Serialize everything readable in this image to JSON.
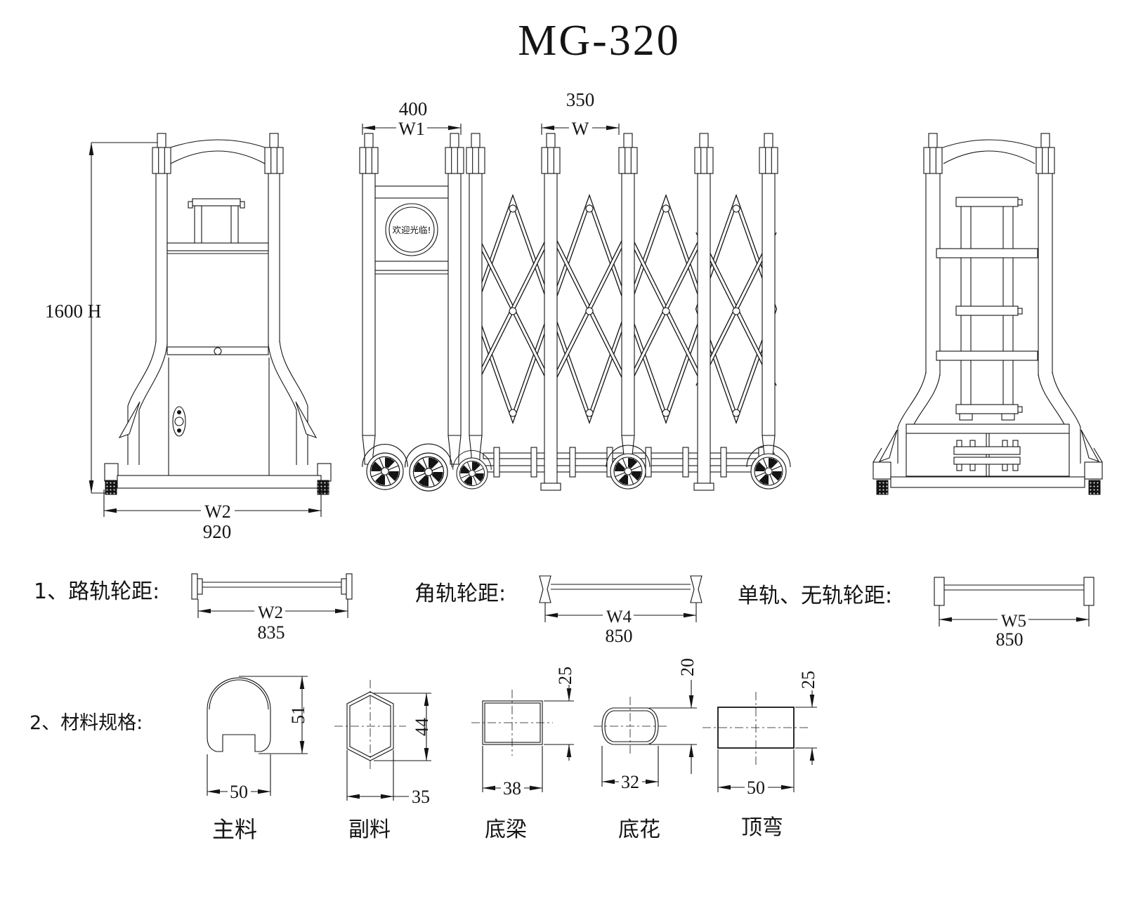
{
  "title": "MG-320",
  "views": {
    "left": {
      "height_value": "1600 H",
      "width_label": "W2",
      "width_value": "920"
    },
    "front": {
      "w1_value": "400",
      "w1_label": "W1",
      "w_value": "350",
      "w_label": "W",
      "sign_text": "欢迎光临!"
    }
  },
  "axles": {
    "item1": {
      "label": "1、路轨轮距:",
      "dim": "W2",
      "value": "835"
    },
    "item2": {
      "label": "角轨轮距:",
      "dim": "W4",
      "value": "850"
    },
    "item3": {
      "label": "单轨、无轨轮距:",
      "dim": "W5",
      "value": "850"
    }
  },
  "materials": {
    "label": "2、材料规格:",
    "items": [
      {
        "name": "主料",
        "w": "50",
        "h": "51"
      },
      {
        "name": "副料",
        "w": "35",
        "h": "44"
      },
      {
        "name": "底梁",
        "w": "38",
        "h": "25"
      },
      {
        "name": "底花",
        "w": "32",
        "h": "20"
      },
      {
        "name": "顶弯",
        "w": "50",
        "h": "25"
      }
    ]
  }
}
